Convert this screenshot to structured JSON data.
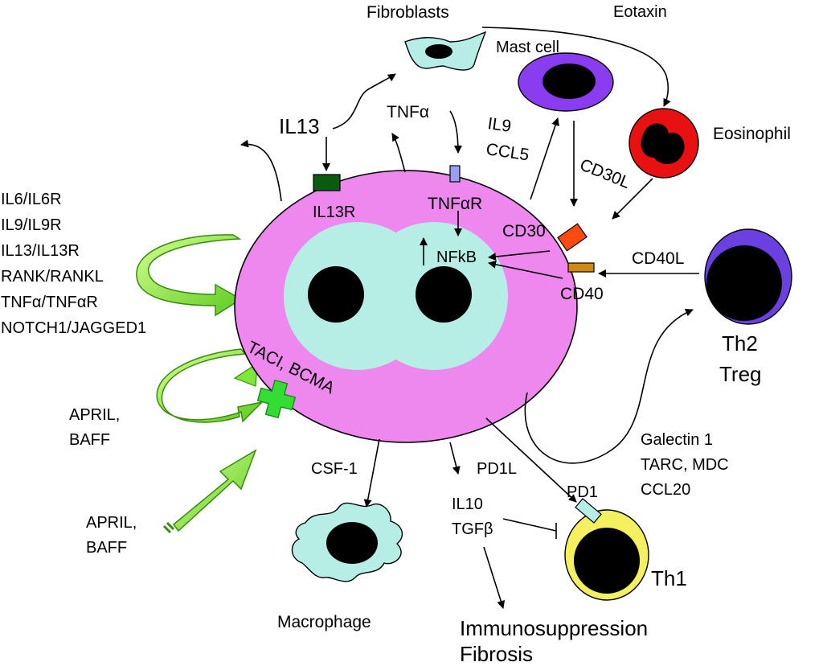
{
  "labels": {
    "fibroblasts": "Fibroblasts",
    "eotaxin": "Eotaxin",
    "mast_cell": "Mast cell",
    "eosinophil": "Eosinophil",
    "il13": "IL13",
    "tnfa": "TNFα",
    "il9": "IL9",
    "ccl5": "CCL5",
    "cd30l": "CD30L",
    "il13r": "IL13R",
    "tnfar": "TNFαR",
    "cd30": "CD30",
    "nfkb": "NFkB",
    "cd40l": "CD40L",
    "cd40": "CD40",
    "th2": "Th2",
    "treg": "Treg",
    "taci_bcma": "TACI, BCMA",
    "galectin1": "Galectin 1",
    "tarc_mdc": "TARC, MDC",
    "ccl20": "CCL20",
    "csf1": "CSF-1",
    "pd1l": "PD1L",
    "pd1": "PD1",
    "il10": "IL10",
    "tgfb": "TGFβ",
    "th1": "Th1",
    "macrophage": "Macrophage",
    "immunosuppression": "Immunosuppression",
    "fibrosis": "Fibrosis",
    "april_1": "APRIL,",
    "baff_1": "BAFF",
    "april_2": "APRIL,",
    "baff_2": "BAFF"
  },
  "autocrine_pairs": [
    "IL6/IL6R",
    "IL9/IL9R",
    "IL13/IL13R",
    "RANK/RANKL",
    "TNFα/TNFαR",
    "NOTCH1/JAGGED1"
  ],
  "colors": {
    "rs_cell": "#ee88ee",
    "nucleus_halo": "#b6eee6",
    "nucleus": "#000000",
    "fibroblast": "#b6eee6",
    "mast_cell": "#8a3cf0",
    "eosinophil": "#e81010",
    "th2_treg": "#6a40e0",
    "th1": "#f4f060",
    "macrophage": "#b6eee6",
    "il13r": "#0a5a10",
    "tnfar": "#9aa0ee",
    "cd30": "#ff4a10",
    "cd40": "#d08a10",
    "green_arrow": "#8ef040",
    "taci_cross": "#33dd33"
  }
}
